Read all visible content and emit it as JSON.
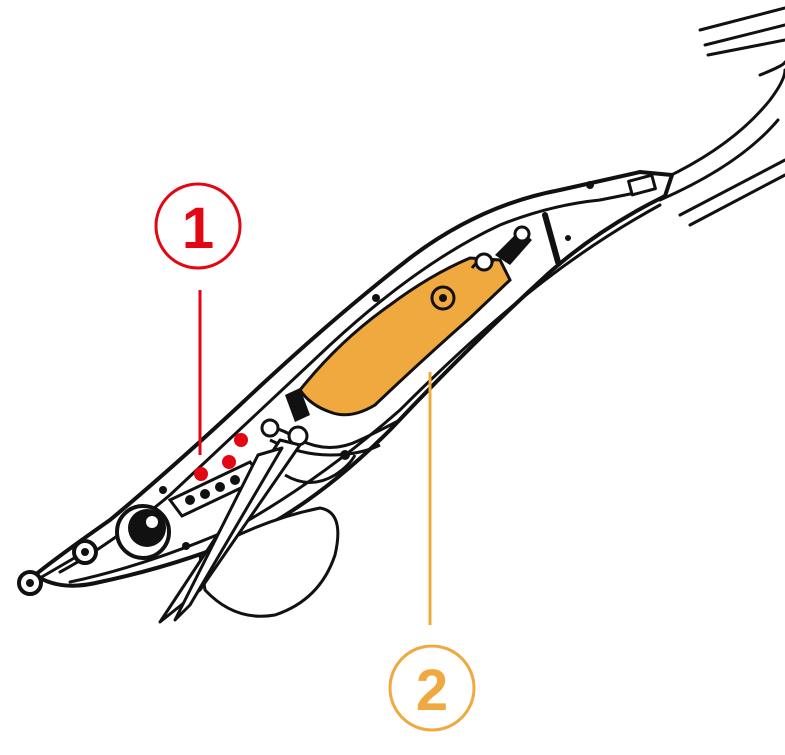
{
  "callouts": [
    {
      "id": "1",
      "label": "1",
      "color": "#e30613"
    },
    {
      "id": "2",
      "label": "2",
      "color": "#f0a93e"
    }
  ],
  "colors": {
    "outline": "#111111",
    "body_fill": "#ffffff",
    "battery_fill": "#f0a93e",
    "led_fill": "#e30613"
  },
  "icons": [
    "eye-icon",
    "line-eye-icon",
    "hook-icon",
    "led-dots-icon",
    "battery-icon"
  ]
}
